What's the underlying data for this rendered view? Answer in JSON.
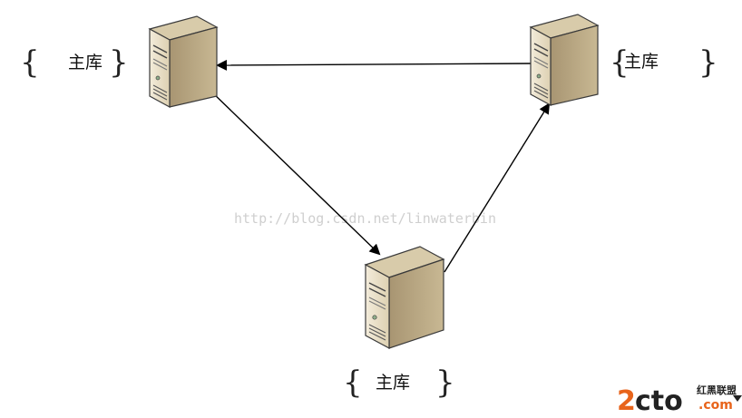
{
  "nodes": [
    {
      "id": "left",
      "label": "主库",
      "brace_open": "{",
      "brace_close": "}"
    },
    {
      "id": "right",
      "label": "主库",
      "brace_open": "{",
      "brace_close": "}"
    },
    {
      "id": "bottom",
      "label": "主库",
      "brace_open": "{",
      "brace_close": "}"
    }
  ],
  "edges": [
    {
      "from": "right",
      "to": "left"
    },
    {
      "from": "left",
      "to": "bottom"
    },
    {
      "from": "bottom",
      "to": "right"
    }
  ],
  "watermark": "http://blog.csdn.net/linwaterbin",
  "logo": {
    "digit": "2",
    "word": "cto",
    "domain": ".com",
    "tagline": "红黑联盟"
  },
  "colors": {
    "server_front": "#ece3cd",
    "server_side": "#bba985",
    "server_top": "#d7c9a8",
    "logo_orange": "#e8641b",
    "logo_dark": "#222222"
  }
}
